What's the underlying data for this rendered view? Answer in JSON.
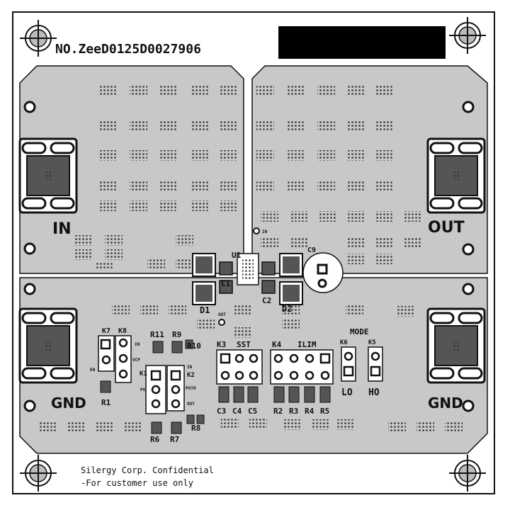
{
  "board": {
    "serial": "NO.ZeeD0125D0027906",
    "footer_line1": "Silergy Corp.   Confidential",
    "footer_line2": "-For customer use only",
    "colors": {
      "copper": "#c8c8c8",
      "outline": "#111111",
      "board": "#ffffff",
      "black_label": "#000000"
    }
  },
  "connectors": {
    "in": "IN",
    "out": "OUT",
    "gnd_left": "GND",
    "gnd_right": "GND"
  },
  "components": {
    "u1": "U1",
    "c1": "C1",
    "c2": "C2",
    "c9": "C9",
    "d1": "D1",
    "d2": "D2",
    "in_small": "IN",
    "out_small": "OUT",
    "k7": "K7",
    "k8": "K8",
    "r1": "R1",
    "en": "EN",
    "r11": "R11",
    "r9": "R9",
    "r10": "R10",
    "k1": "K1",
    "k2": "K2",
    "in_pin": "IN",
    "vcp_pin": "VCP",
    "pg_pin": "PG",
    "in_pin2": "IN",
    "pgth_pin": "PGTH",
    "out_pin": "OUT",
    "r6": "R6",
    "r7": "R7",
    "r8": "R8",
    "k3": "K3",
    "sst": "SST",
    "c3": "C3",
    "c4": "C4",
    "c5": "C5",
    "k4": "K4",
    "ilim": "ILIM",
    "r2": "R2",
    "r3": "R3",
    "r4": "R4",
    "r5": "R5",
    "mode": "MODE",
    "k6": "K6",
    "k5": "K5",
    "lo": "LO",
    "ho": "HO"
  },
  "icons": [
    "fiducial-icon",
    "mounting-hole-icon",
    "terminal-block-icon",
    "via-array-icon"
  ]
}
